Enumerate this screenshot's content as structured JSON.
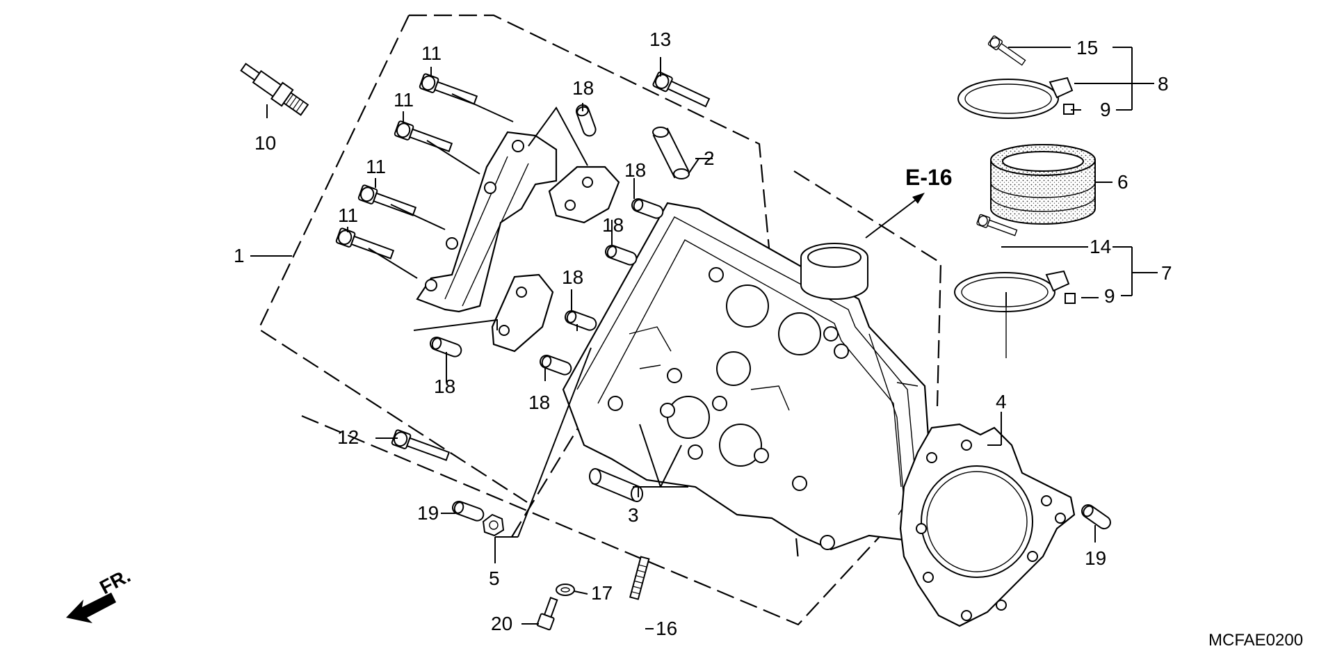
{
  "diagram": {
    "reference_code": "MCFAE0200",
    "section_ref": "E-16",
    "front_marker": "FR.",
    "callouts": {
      "c1": "1",
      "c2": "2",
      "c3": "3",
      "c4": "4",
      "c5": "5",
      "c6": "6",
      "c7": "7",
      "c8": "8",
      "c9a": "9",
      "c9b": "9",
      "c10": "10",
      "c11a": "11",
      "c11b": "11",
      "c11c": "11",
      "c11d": "11",
      "c12": "12",
      "c13": "13",
      "c14": "14",
      "c15": "15",
      "c16": "16",
      "c17": "17",
      "c18a": "18",
      "c18b": "18",
      "c18c": "18",
      "c18d": "18",
      "c18e": "18",
      "c18f": "18",
      "c19a": "19",
      "c19b": "19",
      "c20": "20"
    }
  }
}
